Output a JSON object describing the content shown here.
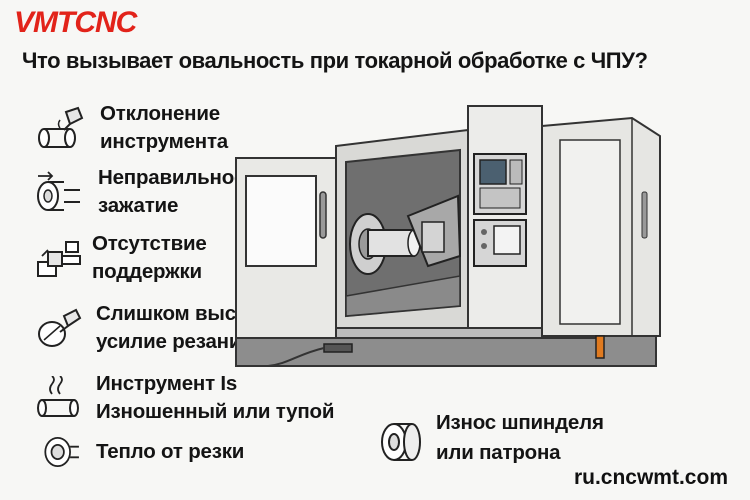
{
  "brand": {
    "logo": "VMTCNC"
  },
  "title": "Что вызывает овальность при токарной обработке с ЧПУ?",
  "causes": [
    {
      "line1": "Отклонение",
      "line2": "инструмента",
      "icon": "tool-deflection-icon"
    },
    {
      "line1": "Неправильное",
      "line2": "зажатие",
      "icon": "clamping-icon"
    },
    {
      "line1": "Отсутствие",
      "line2": "поддержки",
      "icon": "support-icon"
    },
    {
      "line1": "Слишком высокое",
      "line2": "усилие резания",
      "icon": "cutting-force-icon"
    },
    {
      "line1": "Инструмент Is",
      "line2": "Изношенный или тупой",
      "icon": "worn-tool-icon"
    },
    {
      "line1": "Тепло от резки",
      "icon": "heat-icon"
    }
  ],
  "spindle_cause": {
    "line1": "Износ шпинделя",
    "line2": "или патрона",
    "icon": "spindle-icon"
  },
  "website": "ru.cncwmt.com",
  "colors": {
    "logo": "#e2231a",
    "machine_body": "#e9e9e6",
    "machine_base": "#8d8d8d"
  }
}
